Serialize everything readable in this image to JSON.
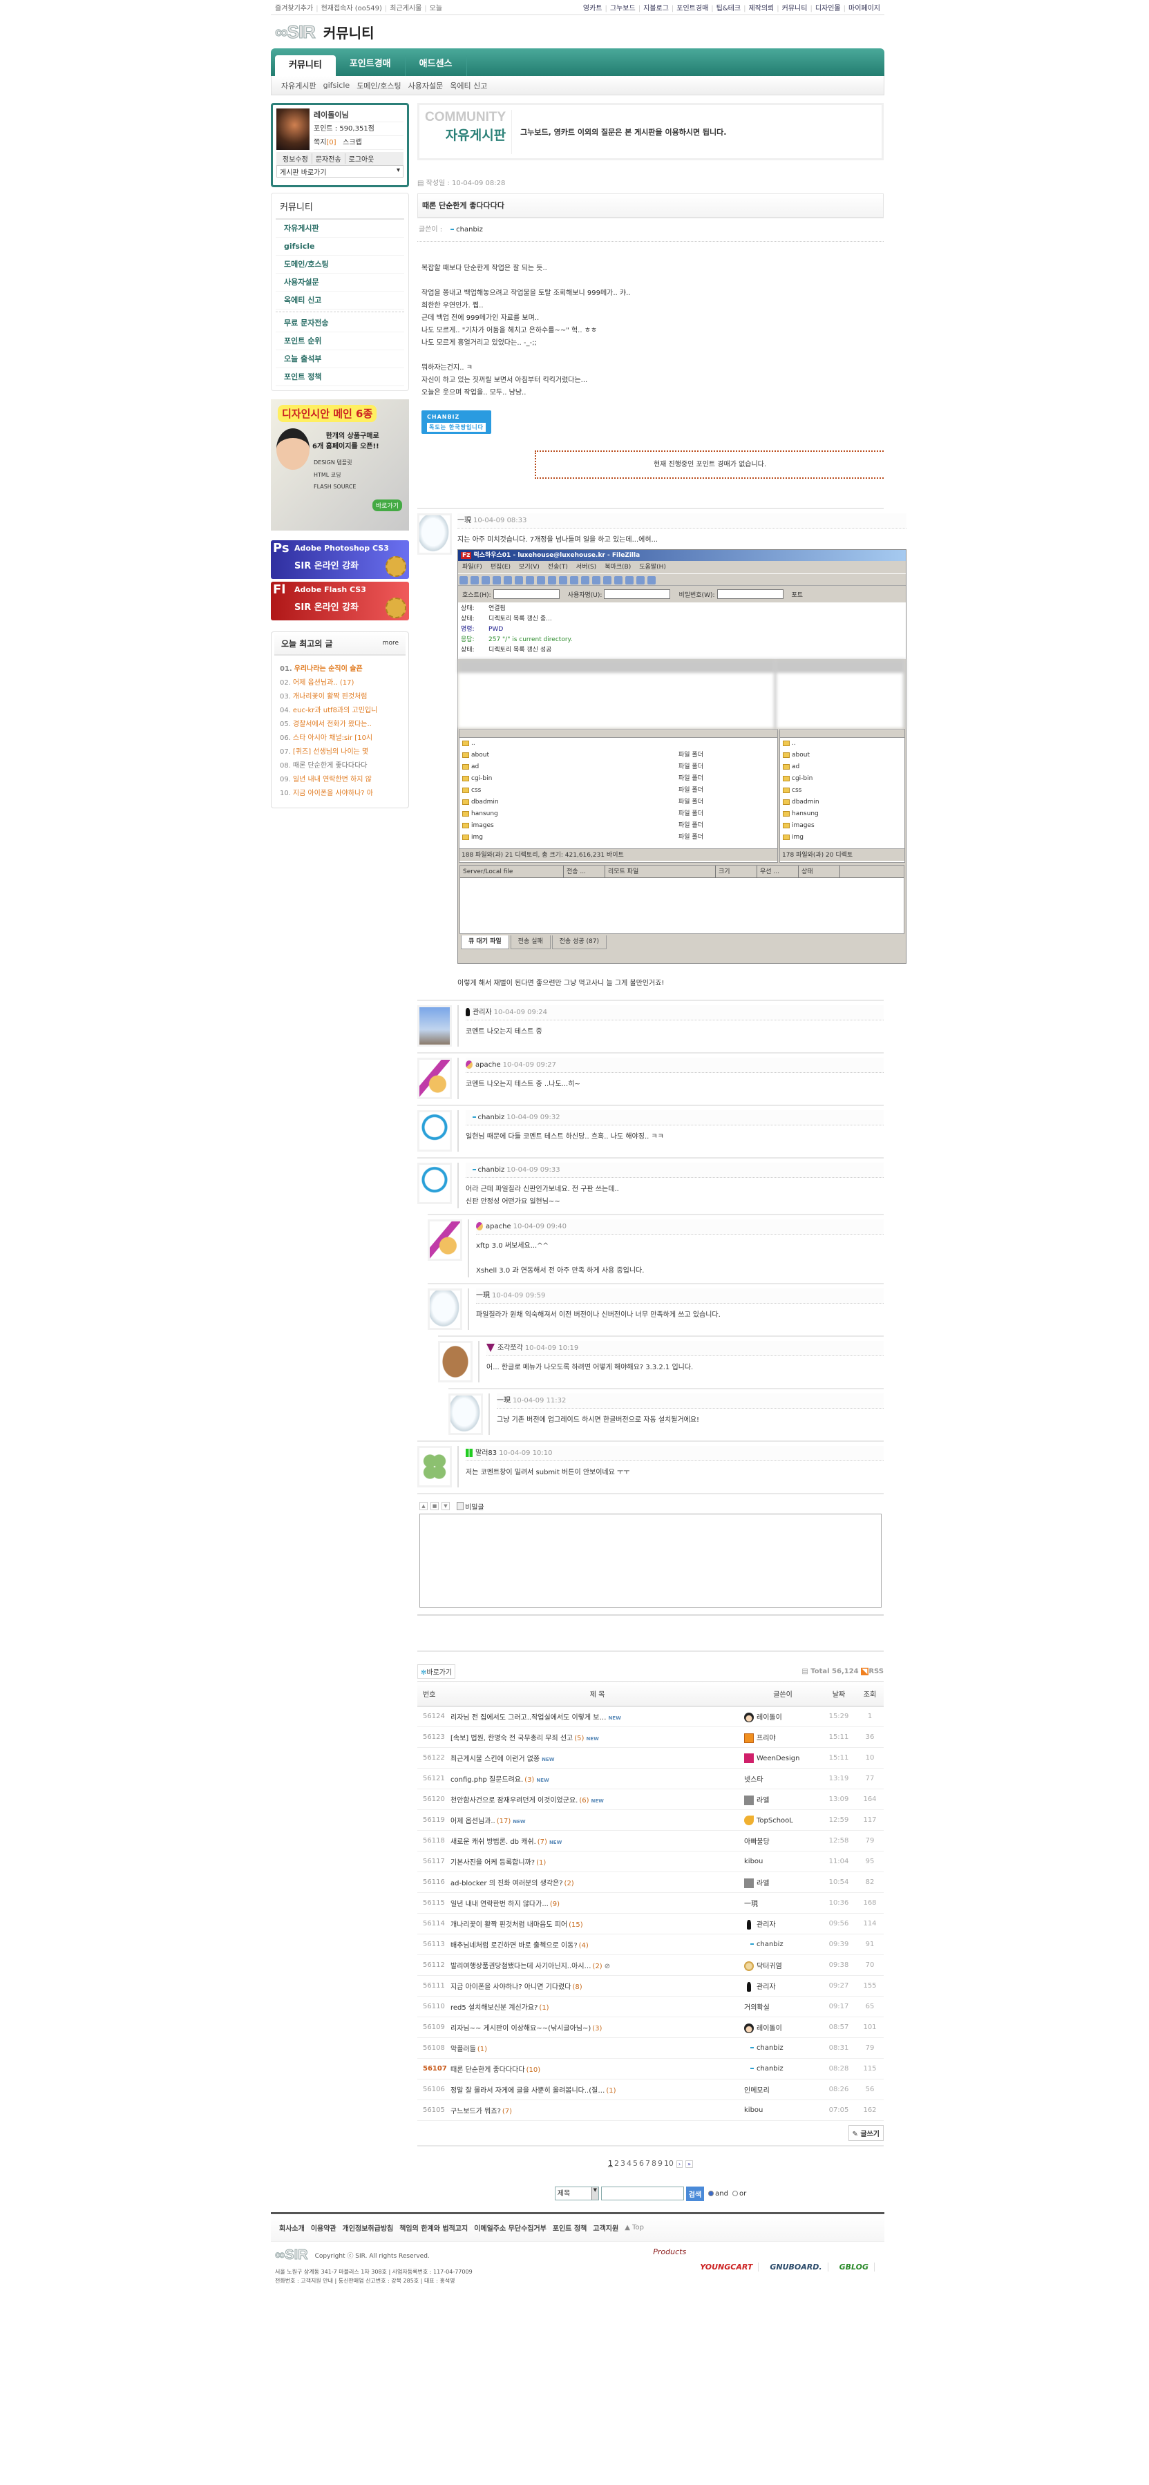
{
  "topbar": {
    "left": [
      "즐겨찾기추가",
      "현재접속자 (oo549)",
      "최근게시물",
      "오늘"
    ],
    "right": [
      "영카트",
      "그누보드",
      "지블로그",
      "포인트경매",
      "팁&테크",
      "제작의뢰",
      "커뮤니티",
      "디자인몰",
      "마이페이지"
    ]
  },
  "header": {
    "logo": "∞SIR",
    "title": "커뮤니티"
  },
  "nav": {
    "tabs": [
      "커뮤니티",
      "포인트경매",
      "애드센스"
    ],
    "sub": [
      "자유게시판",
      "gifsicle",
      "도메인/호스팅",
      "사용자설문",
      "옥에티 신고"
    ]
  },
  "profile": {
    "name": "레이돌이님",
    "points": "포인트 : 590,351점",
    "memo": "쪽지",
    "memo_count": "[0]",
    "scrap": "스크랩",
    "links": [
      "정보수정",
      "문자전송",
      "로그아웃"
    ],
    "board_select": "게시판 바로가기"
  },
  "side_menu": {
    "title": "커뮤니티",
    "group1": [
      "자유게시판",
      "gifsicle",
      "도메인/호스팅",
      "사용자설문",
      "옥에티 신고"
    ],
    "group2": [
      "무료 문자전송",
      "포인트 순위",
      "오늘 출석부",
      "포인트 정책"
    ]
  },
  "ads": {
    "design": {
      "title": "디자인시안 메인 6종",
      "sub1": "한개의 상품구매로",
      "sub2": "6개 홈페이지를 오픈!!",
      "items": [
        "DESIGN 템플릿",
        "HTML 코딩",
        "FLASH SOURCE"
      ],
      "go": "바로가기"
    },
    "ps": {
      "logo": "Ps",
      "title": "Adobe Photoshop CS3",
      "sub": "SIR 온라인 강좌"
    },
    "fl": {
      "logo": "Fl",
      "title": "Adobe Flash CS3",
      "sub": "SIR 온라인 강좌"
    }
  },
  "best": {
    "title": "오늘 최고의 글",
    "more": "more",
    "items": [
      {
        "n": "01.",
        "t": "우리나라는 순직이 슬픈"
      },
      {
        "n": "02.",
        "t": "어제 옵션님과.. (17)"
      },
      {
        "n": "03.",
        "t": "개나리꽃이 활짝 핀것처럼"
      },
      {
        "n": "04.",
        "t": "euc-kr과 utf8과의 고민입니"
      },
      {
        "n": "05.",
        "t": "경찰서에서 전화가 왔다는.."
      },
      {
        "n": "06.",
        "t": "스타 아시아 채널:sir [10시"
      },
      {
        "n": "07.",
        "t": "[퀴즈] 선생님의 나이는 몇"
      },
      {
        "n": "08.",
        "t": "때론 단순한게 좋다다다다"
      },
      {
        "n": "09.",
        "t": "일년 내내 연락한번 하지 않"
      },
      {
        "n": "10.",
        "t": "지금 아이폰을 사야하나? 아"
      }
    ]
  },
  "board": {
    "eng": "COMMUNITY",
    "name": "자유게시판",
    "desc": "그누보드, 영카트 이외의 질문은 본 게시판을 이용하시면 됩니다."
  },
  "post": {
    "date": "작성일 : 10-04-09 08:28",
    "title": "때론 단순한게 좋다다다다",
    "author_label": "글쓴이 :",
    "author": "chanbiz",
    "body": [
      "복잡할 때보다 단순한게 작업은 잘 되는 듯..",
      "",
      "작업을 쫑내고 백업해놓으려고 작업물을 토탈 조회해보니 999메가.. 캬..",
      "희한한 우연인가. 쩝..",
      "근데 백업 전에 999메가인 자료를 보며..",
      "나도 모르게.. \"기차가 어둠을 헤치고 은하수를~~\" 헉.. ㅎㅎ",
      "나도 모르게 흥얼거리고 있었다는.. -_-;;",
      "",
      "뭐하자는건지.. ㅋ",
      "자신이 하고 있는 짓꺼릴 보면서 아침부터 킥킥거렸다는...",
      "오늘은 웃으며 작업을.. 모두.. 냠냠.."
    ],
    "sign_top": "CHANBIZ",
    "sign_bottom": "독도는 한국땅입니다"
  },
  "auction_notice": "현재 진행중인 포인트 경매가 없습니다.",
  "first_comment": {
    "name": "一現",
    "date": "10-04-09 08:33",
    "text": "지는 아주 미치것습니다.  7개정을 넘나들며 일을 하고 있는데...에혀...",
    "after": "이렇게 해서 재벌이 된다면 좋으련만 그냥 먹고사니 늘 그게 불만인거죠!"
  },
  "filezilla": {
    "title": "럭스하우스01 - luxehouse@luxehouse.kr - FileZilla",
    "menu": [
      "파일(F)",
      "편집(E)",
      "보기(V)",
      "전송(T)",
      "서버(S)",
      "북마크(B)",
      "도움말(H)"
    ],
    "host": "호스트(H):",
    "user": "사용자명(U):",
    "pass": "비밀번호(W):",
    "port": "포트",
    "log": [
      {
        "k": "상태:",
        "v": "연결됨",
        "c": ""
      },
      {
        "k": "상태:",
        "v": "디렉토리 목록 갱신 중...",
        "c": ""
      },
      {
        "k": "명령:",
        "v": "PWD",
        "c": "b"
      },
      {
        "k": "응답:",
        "v": "257 \"/\" is current directory.",
        "c": "g"
      },
      {
        "k": "상태:",
        "v": "디렉토리 목록 갱신 성공",
        "c": ""
      }
    ],
    "files": [
      "..",
      "about",
      "ad",
      "cgi-bin",
      "css",
      "dbadmin",
      "hansung",
      "images",
      "img"
    ],
    "folder_type": "파일 폴더",
    "local_status": "188 파일와(과) 21 디렉토리, 총 크기: 421,616,231 바이트",
    "remote_status": "178 파일와(과) 20 디렉토",
    "queue_cols": [
      "Server/Local file",
      "전송 ...",
      "리모트 파일",
      "크기",
      "우선 ...",
      "상태"
    ],
    "tabs": [
      "큐 대기 파일",
      "전송 실패",
      "전송 성공 (87)"
    ]
  },
  "comments": [
    {
      "indent": 0,
      "avatar": "photo",
      "icon": "admin",
      "name": "관리자",
      "date": "10-04-09 09:24",
      "text": [
        "코멘트 나오는지 테스트 중"
      ]
    },
    {
      "indent": 0,
      "avatar": "fairy",
      "icon": "fairy",
      "name": "apache",
      "date": "10-04-09 09:27",
      "text": [
        "코멘트 나오는지 테스트 중 ..나도...히~"
      ]
    },
    {
      "indent": 0,
      "avatar": "girl",
      "icon": "bar",
      "name": "chanbiz",
      "date": "10-04-09 09:32",
      "text": [
        "일현님 때문에 다들 코멘트 테스트 하신당.. 흐흑.. 나도 해야징.. ㅋㅋ"
      ]
    },
    {
      "indent": 0,
      "avatar": "girl",
      "icon": "bar",
      "name": "chanbiz",
      "date": "10-04-09 09:33",
      "text": [
        "어라 근데 파일질라 신판인가보네요. 전 구판 쓰는데..",
        "신판 안정성 어떤가요 일현님~~"
      ]
    },
    {
      "indent": 1,
      "avatar": "fairy",
      "icon": "fairy",
      "name": "apache",
      "date": "10-04-09 09:40",
      "text": [
        "xftp 3.0 써보세요...^^",
        "",
        "Xshell  3.0 과 연동해서 전 아주 만족 하게 사용 중입니다."
      ]
    },
    {
      "indent": 1,
      "avatar": "bear",
      "icon": "",
      "name": "一現",
      "date": "10-04-09 09:59",
      "text": [
        "파일질라가 원채 익숙해져서 이전 버전이나 신버전이나 너무 만족하게 쓰고 있습니다."
      ]
    },
    {
      "indent": 2,
      "avatar": "dog",
      "icon": "arrow",
      "name": "조각쪼각",
      "date": "10-04-09 10:19",
      "text": [
        "어... 한글로 메뉴가 나오도록 하려면 어떻게 해야해요? 3.3.2.1 입니다."
      ]
    },
    {
      "indent": 3,
      "avatar": "bear",
      "icon": "",
      "name": "一現",
      "date": "10-04-09 11:32",
      "text": [
        "그냥 기존 버전에 업그레이드 하시면 한글버전으로 자동 설치될거에요!"
      ]
    },
    {
      "indent": 0,
      "avatar": "clover",
      "icon": "green",
      "name": "말러83",
      "date": "10-04-09 10:10",
      "text": [
        "저는 코멘트창이 밀려서 submit 버튼이 안보이네요 ㅜㅜ"
      ]
    }
  ],
  "comment_form": {
    "secret": "비밀글"
  },
  "list": {
    "go": "바로가기",
    "total": "Total 56,124",
    "rss": "RSS",
    "cols": [
      "번호",
      "제  목",
      "글쓴이",
      "날짜",
      "조회"
    ],
    "rows": [
      {
        "num": "56124",
        "title": "리자님 전 집에서도 그러고..작업실에서도 이렇게 보…",
        "cc": "",
        "new": true,
        "clip": false,
        "author": "레이돌이",
        "ai": "face",
        "time": "15:29",
        "views": "1"
      },
      {
        "num": "56123",
        "title": "[속보] 법원, 한명숙 전 국무총리 무죄 선고",
        "cc": "(5)",
        "new": true,
        "clip": false,
        "author": "프리야",
        "ai": "f",
        "time": "15:11",
        "views": "36"
      },
      {
        "num": "56122",
        "title": "최근게시물 스킨에 이런거 없쫑",
        "cc": "",
        "new": true,
        "clip": false,
        "author": "WeenDesign",
        "ai": "ween",
        "time": "15:11",
        "views": "10"
      },
      {
        "num": "56121",
        "title": "config.php 질문드려요.",
        "cc": "(3)",
        "new": true,
        "clip": false,
        "author": "넷스타",
        "ai": "",
        "time": "13:19",
        "views": "77"
      },
      {
        "num": "56120",
        "title": "천안함사건으로 잠재우려던게 이것이었군요.",
        "cc": "(6)",
        "new": true,
        "clip": false,
        "author": "라엘",
        "ai": "rael",
        "time": "13:09",
        "views": "164"
      },
      {
        "num": "56119",
        "title": "어제 옵션님과..",
        "cc": "(17)",
        "new": true,
        "clip": false,
        "author": "TopSchooL",
        "ai": "school",
        "time": "12:59",
        "views": "117"
      },
      {
        "num": "56118",
        "title": "새로운 캐쉬 방법론. db 캐쉬.",
        "cc": "(7)",
        "new": true,
        "clip": false,
        "author": "아빠불당",
        "ai": "",
        "time": "12:58",
        "views": "79"
      },
      {
        "num": "56117",
        "title": "기본사진을 어케 등록합니까?",
        "cc": "(1)",
        "new": false,
        "clip": false,
        "author": "kibou",
        "ai": "",
        "time": "11:04",
        "views": "95"
      },
      {
        "num": "56116",
        "title": "ad-blocker 의 진화 여러분의 생각은?",
        "cc": "(2)",
        "new": false,
        "clip": false,
        "author": "라엘",
        "ai": "rael",
        "time": "10:54",
        "views": "82"
      },
      {
        "num": "56115",
        "title": "일년 내내 연락한번 하지 않다가...",
        "cc": "(9)",
        "new": false,
        "clip": false,
        "author": "一現",
        "ai": "",
        "time": "10:36",
        "views": "168"
      },
      {
        "num": "56114",
        "title": "개나리꽃이 활짝 핀것처럼 내마음도 피어",
        "cc": "(15)",
        "new": false,
        "clip": false,
        "author": "관리자",
        "ai": "admin",
        "time": "09:56",
        "views": "114"
      },
      {
        "num": "56113",
        "title": "배추님네처럼 로긴하면 바로 출첵으로 이동?",
        "cc": "(4)",
        "new": false,
        "clip": false,
        "author": "chanbiz",
        "ai": "bar",
        "time": "09:39",
        "views": "91"
      },
      {
        "num": "56112",
        "title": "발리여행상품권당첨됐다는데 사기아닌지..아시…",
        "cc": "(2)",
        "new": false,
        "clip": true,
        "author": "닥터귀염",
        "ai": "doc",
        "time": "09:38",
        "views": "70"
      },
      {
        "num": "56111",
        "title": "지금 아이폰을 사야하나? 아니면 기다렸다",
        "cc": "(8)",
        "new": false,
        "clip": false,
        "author": "관리자",
        "ai": "admin",
        "time": "09:27",
        "views": "155"
      },
      {
        "num": "56110",
        "title": "red5 설치해보신분 계신가요?",
        "cc": "(1)",
        "new": false,
        "clip": false,
        "author": "거의확실",
        "ai": "",
        "time": "09:17",
        "views": "65"
      },
      {
        "num": "56109",
        "title": "리자님~~ 게시판이 이상해요~~(낚시글아님~)",
        "cc": "(3)",
        "new": false,
        "clip": false,
        "author": "레이돌이",
        "ai": "face",
        "time": "08:57",
        "views": "101"
      },
      {
        "num": "56108",
        "title": "악플러들",
        "cc": "(1)",
        "new": false,
        "clip": false,
        "author": "chanbiz",
        "ai": "bar",
        "time": "08:31",
        "views": "79"
      },
      {
        "num": "56107",
        "title": "때론 단순한게 좋다다다다",
        "cc": "(10)",
        "new": false,
        "clip": false,
        "author": "chanbiz",
        "ai": "bar",
        "time": "08:28",
        "views": "115",
        "current": true
      },
      {
        "num": "56106",
        "title": "정말 잘 몰라서 자게에 글을 사뿐히 올려봅니다..(질…",
        "cc": "(1)",
        "new": false,
        "clip": false,
        "author": "인메모리",
        "ai": "",
        "time": "08:26",
        "views": "56"
      },
      {
        "num": "56105",
        "title": "구느보드가 뭐죠?",
        "cc": "(7)",
        "new": false,
        "clip": false,
        "author": "kibou",
        "ai": "",
        "time": "07:05",
        "views": "162"
      }
    ],
    "new_label": "NEW",
    "write": "글쓰기"
  },
  "pagination": {
    "pages": [
      "1",
      "2",
      "3",
      "4",
      "5",
      "6",
      "7",
      "8",
      "9",
      "10"
    ],
    "current": "1",
    "next": "›",
    "last": "»"
  },
  "search": {
    "field": "제목",
    "button": "검색",
    "and": "and",
    "or": "or"
  },
  "footer": {
    "links": [
      "회사소개",
      "이용약관",
      "개인정보취급방침",
      "책임의 한계와 법적고지",
      "이메일주소 무단수집거부",
      "포인트 정책",
      "고객지원"
    ],
    "top": "▲ Top",
    "logo": "∞SIR",
    "copyright": "Copyright ⓒ SIR. All rights Reserved.",
    "addr1": "서울 노원구 상계동 341-7 마블러스 1차 308호  |  사업자등록번호 : 117-04-77009",
    "addr2": "전화번호 : 고객지원 안내  |  통신판매업 신고번호 : 강북 285호  |  대표 : 홍석명",
    "products_label": "Products",
    "products": [
      "YOUNGCART",
      "GNUBOARD.",
      "GBLOG"
    ]
  },
  "colors": {
    "teal": "#2b7f78",
    "orange": "#e07a1f",
    "accent_blue": "#29a0d0"
  }
}
